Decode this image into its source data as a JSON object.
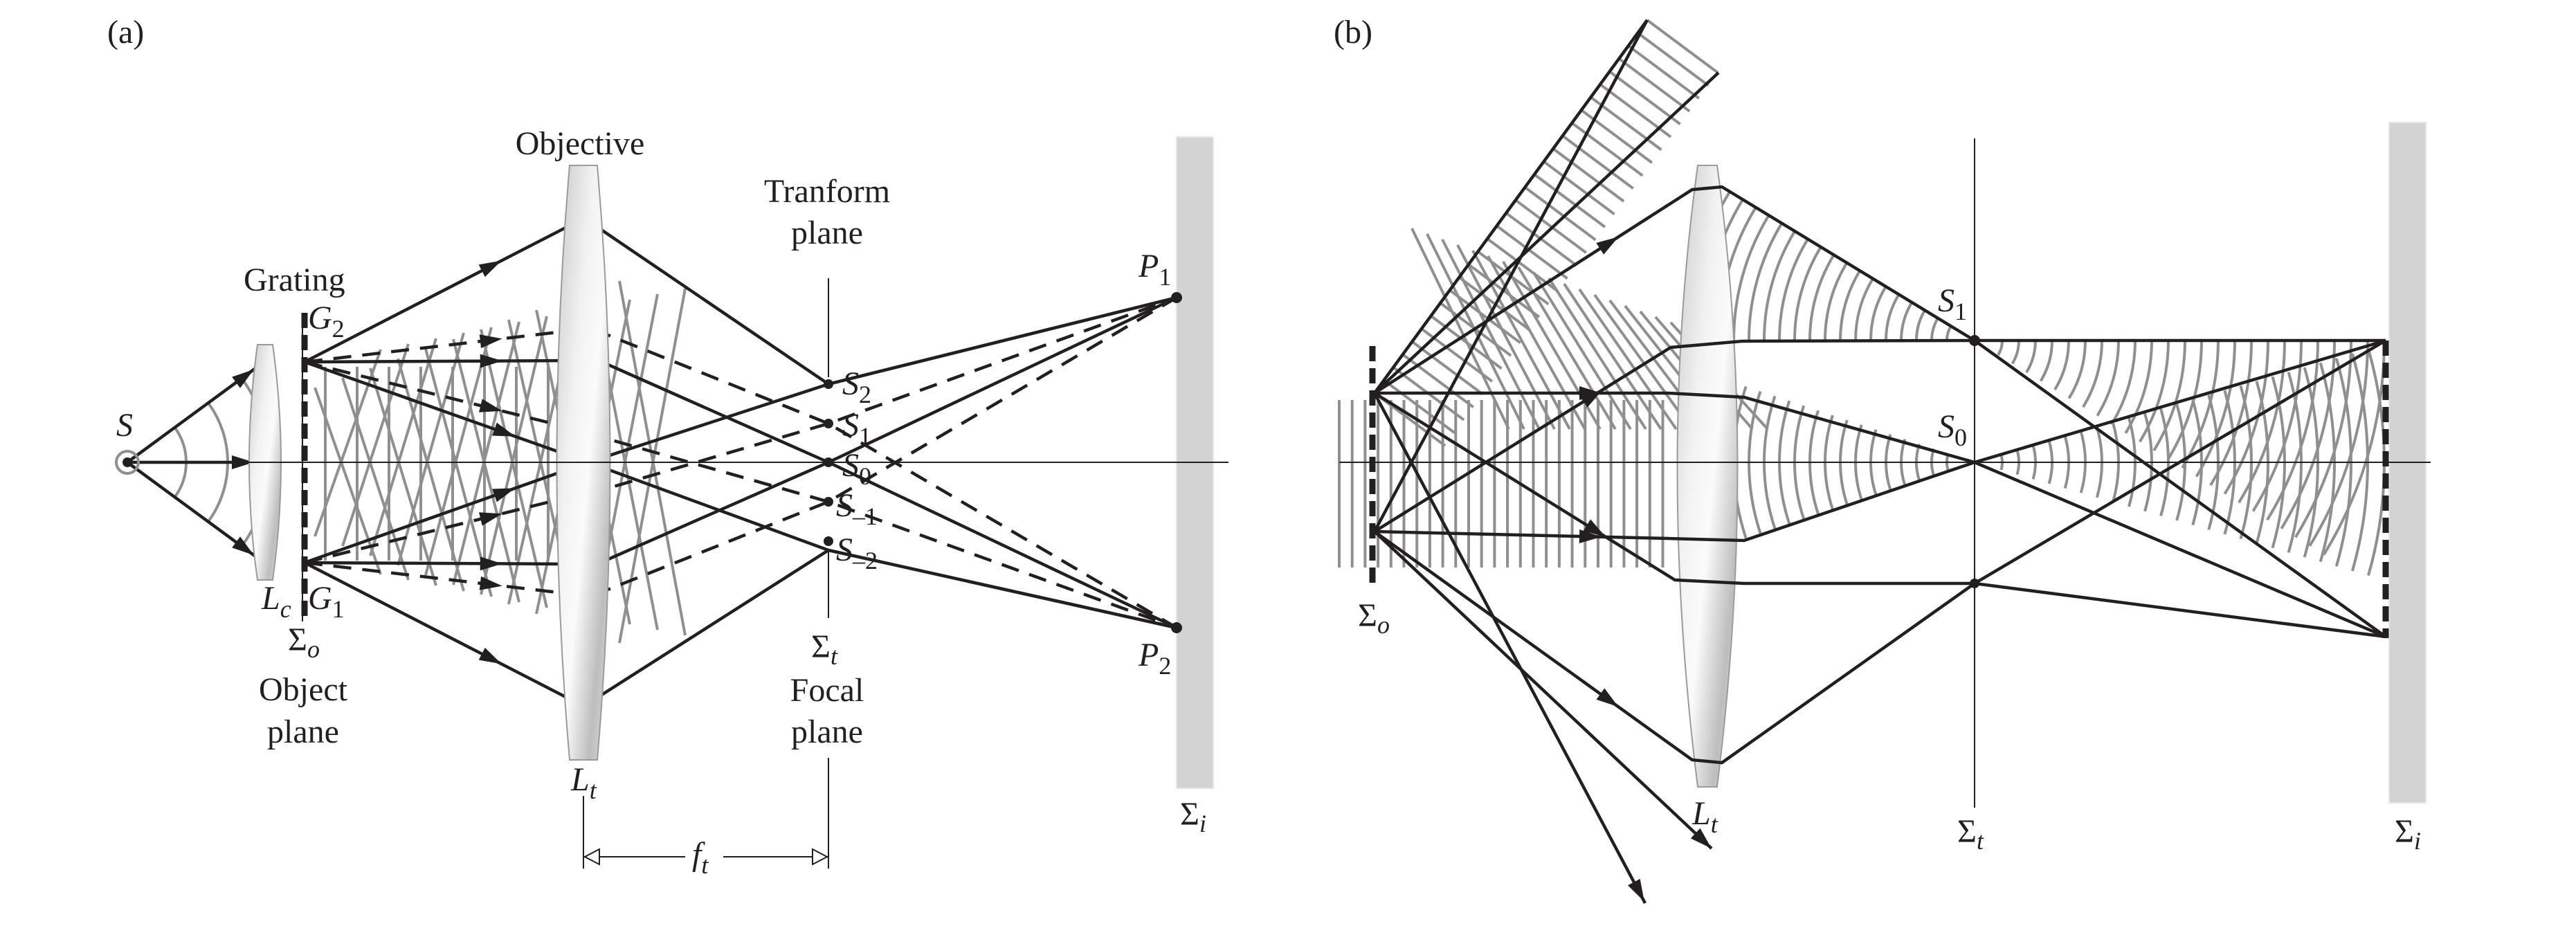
{
  "figure": {
    "panel_a": {
      "panel_label": "(a)",
      "labels": {
        "source": "S",
        "grating_title": "Grating",
        "g2": {
          "main": "G",
          "sub": "2"
        },
        "g1": {
          "main": "G",
          "sub": "1"
        },
        "collimator": {
          "main": "L",
          "sub": "c"
        },
        "sigma_o": {
          "main": "Σ",
          "sub": "o"
        },
        "object_plane_line1": "Object",
        "object_plane_line2": "plane",
        "objective_title": "Objective",
        "objective_lens": {
          "main": "L",
          "sub": "t"
        },
        "transform_plane_line1": "Tranform",
        "transform_plane_line2": "plane",
        "sigma_t": {
          "main": "Σ",
          "sub": "t"
        },
        "focal_plane_line1": "Focal",
        "focal_plane_line2": "plane",
        "focal_length": {
          "main": "f",
          "sub": "t"
        },
        "p1": {
          "main": "P",
          "sub": "1"
        },
        "p2": {
          "main": "P",
          "sub": "2"
        },
        "sigma_i": {
          "main": "Σ",
          "sub": "i"
        },
        "spots": [
          {
            "main": "S",
            "sub": "2"
          },
          {
            "main": "S",
            "sub": "1"
          },
          {
            "main": "S",
            "sub": "0"
          },
          {
            "main": "S",
            "sub": "–1"
          },
          {
            "main": "S",
            "sub": "–2"
          }
        ]
      }
    },
    "panel_b": {
      "panel_label": "(b)",
      "labels": {
        "sigma_o": {
          "main": "Σ",
          "sub": "o"
        },
        "objective_lens": {
          "main": "L",
          "sub": "t"
        },
        "s1": {
          "main": "S",
          "sub": "1"
        },
        "s0": {
          "main": "S",
          "sub": "0"
        },
        "sigma_t": {
          "main": "Σ",
          "sub": "t"
        },
        "sigma_i": {
          "main": "Σ",
          "sub": "i"
        }
      }
    },
    "colors": {
      "ink": "#231f20",
      "wavefront": "#8f8f8f",
      "screen": "#d3d3d3",
      "lens_light": "#f4f4f4",
      "lens_dark": "#c4c4c4"
    }
  }
}
